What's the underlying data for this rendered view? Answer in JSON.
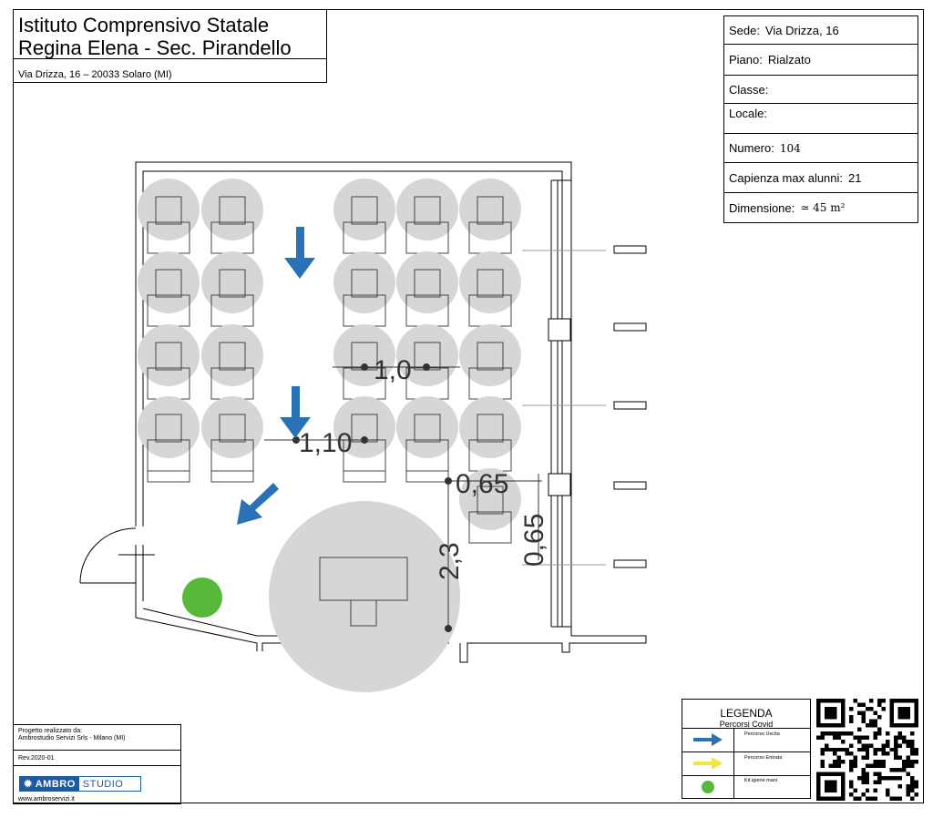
{
  "title": {
    "line1": "Istituto Comprensivo Statale",
    "line2": "Regina Elena - Sec. Pirandello",
    "address": "Via Drizza, 16 – 20033 Solaro (MI)"
  },
  "info": {
    "sede_label": "Sede:",
    "sede_value": "Via Drizza, 16",
    "piano_label": "Piano:",
    "piano_value": "Rialzato",
    "classe_label": "Classe:",
    "classe_value": "",
    "locale_label": "Locale:",
    "locale_value": "",
    "numero_label": "Numero:",
    "numero_value": "104",
    "capienza_label": "Capienza max alunni:",
    "capienza_value": "21",
    "dimensione_label": "Dimensione:",
    "dimensione_value": "≃ 45 m²"
  },
  "dimensions": {
    "d1": "1,0",
    "d2": "1,10",
    "d3": "0,65",
    "d4": "0,65",
    "d5": "2,3"
  },
  "credits": {
    "line1": "Progetto realizzato da:",
    "line2": "Ambrostudio Servizi Srls - Milano (MI)",
    "rev": "Rev.2020-01",
    "logo_a": "AMBRO",
    "logo_b": "STUDIO",
    "website": "www.ambroservizi.it"
  },
  "legend": {
    "title": "LEGENDA",
    "subtitle": "Percorsi Covid",
    "items": [
      {
        "label": "Percorso Uscita",
        "icon": "blue-arrow-icon"
      },
      {
        "label": "Percorso Entrata",
        "icon": "yellow-arrow-icon"
      },
      {
        "label": "Kit igiene mani",
        "icon": "green-dot-icon"
      }
    ]
  },
  "colors": {
    "exit_arrow": "#2a72b8",
    "entry_arrow": "#f2e63a",
    "hygiene_kit": "#57b83a",
    "distance_circle": "#d6d6d6"
  }
}
